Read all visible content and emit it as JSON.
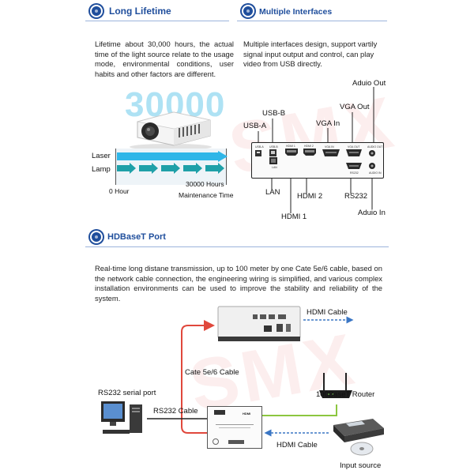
{
  "long_lifetime": {
    "title": "Long Lifetime",
    "paragraph": "Lifetime about 30,000 hours, the actual time of the light source relate to the usage mode, environmental conditions, user habits and other factors are different.",
    "big_number": "30000",
    "laser_label": "Laser",
    "lamp_label": "Lamp",
    "start_label": "0 Hour",
    "end_hours": "30000 Hours",
    "end_caption": "Maintenance Time"
  },
  "multiple_interfaces": {
    "title": "Multiple Interfaces",
    "paragraph": "Multiple interfaces design, support vartily signal input output and control, can play video from USB directly.",
    "callouts": {
      "audio_out": "Aduio Out",
      "vga_out": "VGA Out",
      "usb_b": "USB-B",
      "vga_in": "VGA In",
      "usb_a": "USB-A",
      "lan": "LAN",
      "hdmi2": "HDMI 2",
      "rs232": "RS232",
      "hdmi1": "HDMI 1",
      "audio_in": "Aduio In"
    },
    "panel_marks": [
      "USB-A",
      "USB-B",
      "HDMI 1",
      "HDMI 2",
      "VGA IN",
      "VGA OUT",
      "AUDIO OUT",
      "LAN",
      "RS232",
      "AUDIO IN"
    ]
  },
  "hdbaset": {
    "title": "HDBaseT Port",
    "paragraph": "Real-time long distane transmission, up to 100 meter by one Cate 5e/6 cable, based on the network cable connection, the engineering wiring is simplified, and various complex installation environments can be used to improve the stability and reliability of the system.",
    "hdmi_cable_top": "HDMI Cable",
    "cate_cable": "Cate 5e/6 Cable",
    "rs232_port": "RS232 serial port",
    "router": "100BaseT Router",
    "rs232_cable": "RS232 Cable",
    "hdmi_cable_bottom": "HDMI Cable",
    "input_source": "Input source",
    "box_brand": "HDMI"
  },
  "watermark": "SMX",
  "colors": {
    "brand_blue": "#1f4e9c",
    "laser_cyan": "#2fb6e8",
    "lamp_teal": "#1fa0a8",
    "cable_red": "#e0483c",
    "cable_green": "#8cc63f",
    "cable_blue": "#3a76c4"
  }
}
